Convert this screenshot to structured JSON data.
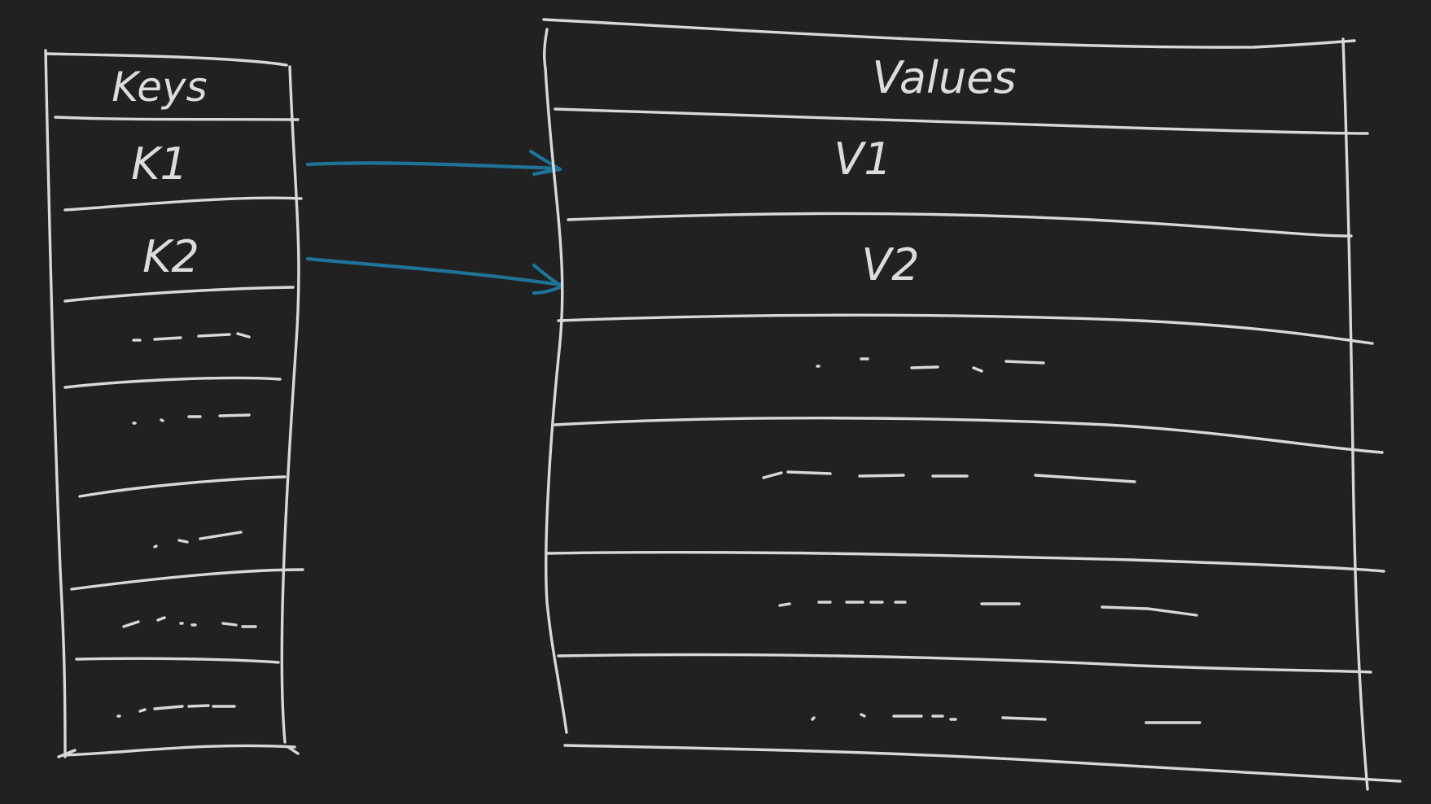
{
  "keys_table": {
    "header": "Keys",
    "rows": [
      "K1",
      "K2",
      "",
      "",
      "",
      "",
      ""
    ]
  },
  "values_table": {
    "header": "Values",
    "rows": [
      "V1",
      "V2",
      "",
      "",
      "",
      ""
    ]
  },
  "mappings": [
    {
      "from": "K1",
      "to": "V1"
    },
    {
      "from": "K2",
      "to": "V2"
    }
  ],
  "colors": {
    "background": "#212121",
    "ink": "#d8d8d8",
    "arrow": "#1f7398"
  }
}
